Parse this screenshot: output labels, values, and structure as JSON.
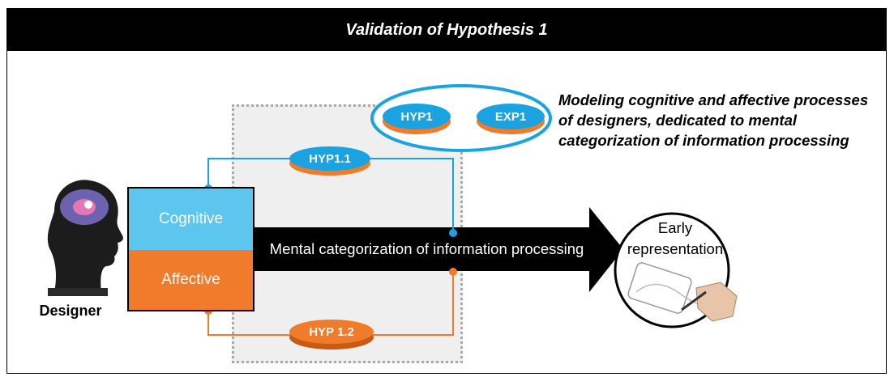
{
  "title": "Validation of Hypothesis 1",
  "designer": {
    "label": "Designer"
  },
  "process_box": {
    "cognitive": "Cognitive",
    "affective": "Affective"
  },
  "arrow": {
    "label": "Mental categorization of information processing"
  },
  "hypotheses": {
    "hyp11": "HYP1.1",
    "hyp12": "HYP 1.2",
    "hyp1": "HYP1",
    "exp1": "EXP1"
  },
  "note": {
    "lines": [
      "Modeling cognitive and affective processes",
      "of designers, dedicated to mental",
      "categorization of information processing"
    ]
  },
  "output": {
    "lines": [
      "Early",
      "representation"
    ]
  },
  "colors": {
    "blue": "#1aa3e0",
    "light_blue": "#5cc6ee",
    "orange": "#f07b2a",
    "black": "#000000",
    "gray_box": "#efefef"
  },
  "icons": {
    "designer": "head-silhouette-brain-icon",
    "sketch": "hand-sketch-icon"
  }
}
